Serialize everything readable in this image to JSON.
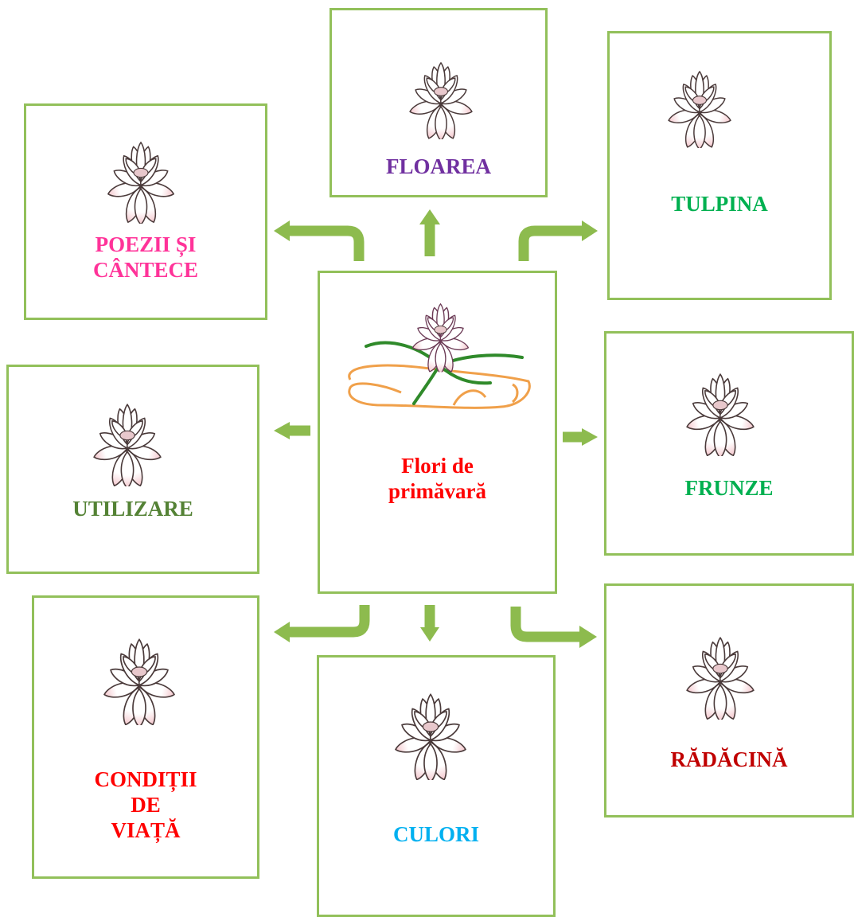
{
  "center": {
    "lines": [
      "Flori de",
      "primăvară"
    ],
    "color": "#ff0000"
  },
  "nodes": {
    "floarea": {
      "lines": [
        "FLOAREA"
      ],
      "color": "#7030a0"
    },
    "tulpina": {
      "lines": [
        "TULPINA"
      ],
      "color": "#00b050"
    },
    "poezii": {
      "lines": [
        "POEZII ȘI",
        "CÂNTECE"
      ],
      "color": "#ff3399"
    },
    "utilizare": {
      "lines": [
        "UTILIZARE"
      ],
      "color": "#548235"
    },
    "frunze": {
      "lines": [
        "FRUNZE"
      ],
      "color": "#00b050"
    },
    "conditii": {
      "lines": [
        "CONDIȚII",
        "DE",
        "VIAȚĂ"
      ],
      "color": "#ff0000"
    },
    "culori": {
      "lines": [
        "CULORI"
      ],
      "color": "#00b0f0"
    },
    "radacina": {
      "lines": [
        "RĂDĂCINĂ"
      ],
      "color": "#c00000"
    }
  },
  "icons": {
    "node": "lotus-icon",
    "center": "lotus-logo-icon"
  },
  "colors": {
    "border": "#92c05a",
    "arrow": "#8dbb4e"
  }
}
